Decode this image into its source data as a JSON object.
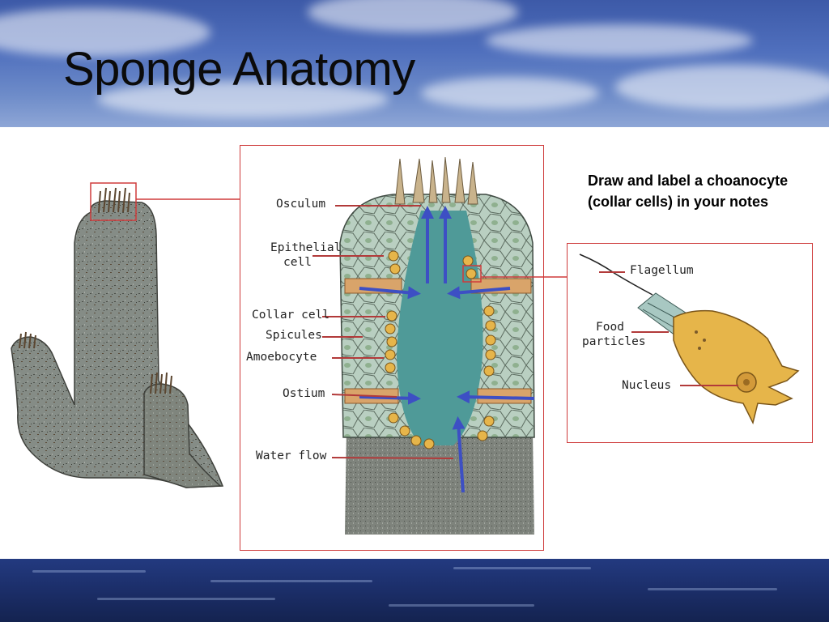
{
  "slide": {
    "title": "Sponge Anatomy",
    "note": "Draw and label a choanocyte (collar cells) in your notes"
  },
  "cross_section": {
    "labels": [
      {
        "id": "osculum",
        "text": "Osculum"
      },
      {
        "id": "epithelial-1",
        "text": "Epithelial"
      },
      {
        "id": "epithelial-2",
        "text": "cell"
      },
      {
        "id": "collar-cell",
        "text": "Collar cell"
      },
      {
        "id": "spicules",
        "text": "Spicules"
      },
      {
        "id": "amoebocyte",
        "text": "Amoebocyte"
      },
      {
        "id": "ostium",
        "text": "Ostium"
      },
      {
        "id": "water-flow",
        "text": "Water flow"
      }
    ]
  },
  "choanocyte": {
    "labels": [
      {
        "id": "flagellum",
        "text": "Flagellum"
      },
      {
        "id": "food-1",
        "text": "Food"
      },
      {
        "id": "food-2",
        "text": "particles"
      },
      {
        "id": "nucleus",
        "text": "Nucleus"
      }
    ]
  },
  "colors": {
    "frame": "#cf3b3b",
    "arrow": "#3d4fc4",
    "sponge_body": "#858c86",
    "cell_fill": "#e6b54a",
    "cavity": "#4f9a98"
  }
}
